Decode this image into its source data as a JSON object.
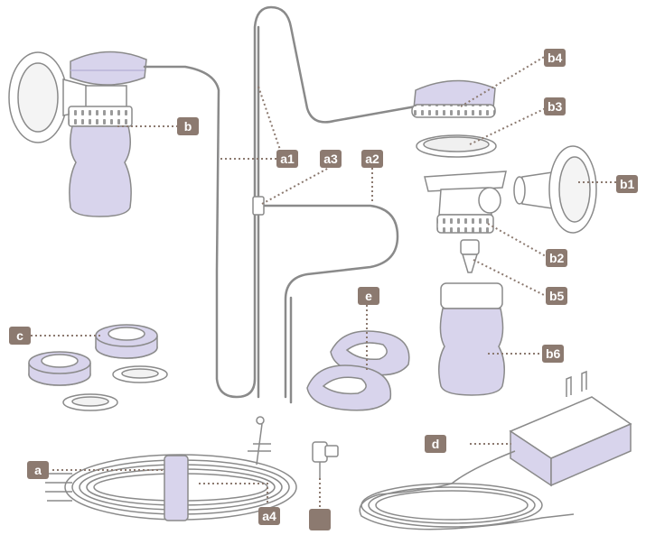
{
  "labels": {
    "a": "a",
    "a1": "a1",
    "a2": "a2",
    "a3": "a3",
    "a4": "a4",
    "b": "b",
    "b1": "b1",
    "b2": "b2",
    "b3": "b3",
    "b4": "b4",
    "b5": "b5",
    "b6": "b6",
    "c": "c",
    "d": "d",
    "e": "e",
    "blank": ""
  },
  "colors": {
    "label_bg": "#8c7a70",
    "label_text": "#ffffff",
    "outline": "#8a8a8a",
    "lavender": "#d8d4ec",
    "lavender_dark": "#b9b3d8",
    "leader": "#8c7a70"
  }
}
